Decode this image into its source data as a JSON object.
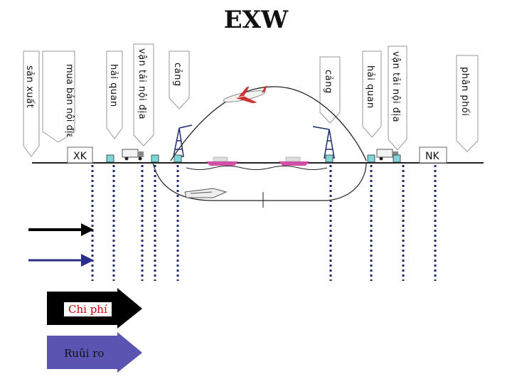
{
  "title": "EXW",
  "flags_left": [
    "sản xuất",
    "mua bán nội địa",
    "hải quan",
    "vận tải nội địa",
    "cảng"
  ],
  "flags_right": [
    "cảng",
    "hải quan",
    "vận tải nội địa",
    "phân phối"
  ],
  "endpoints": {
    "export": "XK",
    "import": "NK"
  },
  "legend": {
    "cost": {
      "label": "Chi phí",
      "color": "#cc0000"
    },
    "risk": {
      "label": "Ruûi ro",
      "color": "#1a1a1a"
    }
  },
  "colors": {
    "cost_box": "#000000",
    "risk_box": "#5a55b3",
    "arrow_black": "#000000",
    "arrow_navy": "#2a2f8a"
  },
  "icons": [
    "airplane-icon",
    "ship-icon",
    "truck-icon",
    "train-icon",
    "crane-icon",
    "warehouse-icon"
  ]
}
